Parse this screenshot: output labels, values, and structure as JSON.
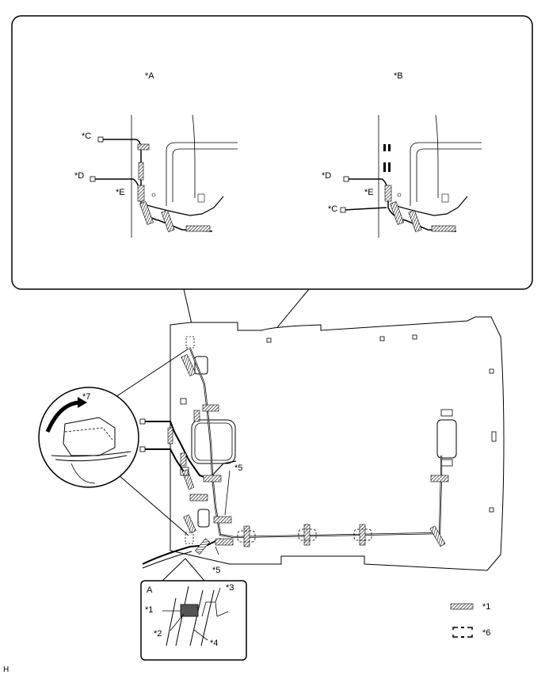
{
  "labels": {
    "view_a": "*A",
    "view_b": "*B",
    "c_top": "*C",
    "d_a": "*D",
    "e_a": "*E",
    "d_b": "*D",
    "e_b": "*E",
    "c_b": "*C",
    "n5_top": "*5",
    "n5_bottom": "*5",
    "n7": "*7",
    "detail_a": "A",
    "n1": "*1",
    "n2": "*2",
    "n3": "*3",
    "n4": "*4",
    "legend_1": "*1",
    "legend_6": "*6",
    "corner": "H"
  }
}
